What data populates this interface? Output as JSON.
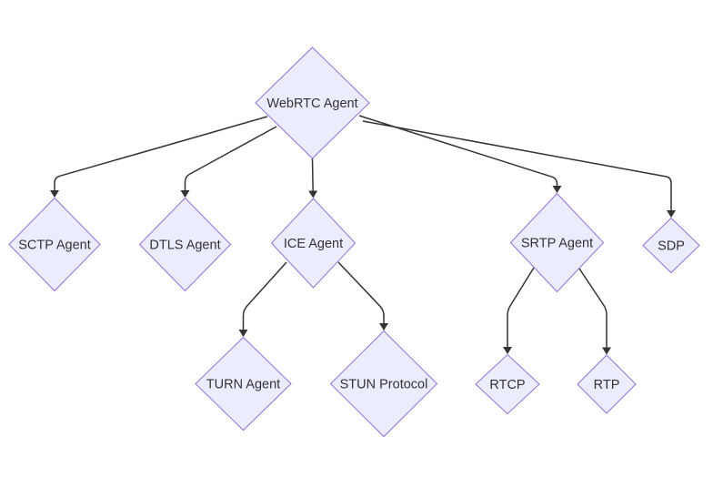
{
  "diagram": {
    "type": "flowchart-top-down",
    "colors": {
      "background": "#ffffff",
      "node_fill": "#ECECFF",
      "node_border": "#9370DB",
      "edge": "#333333",
      "text": "#333333"
    },
    "nodes": [
      {
        "id": "webrtc",
        "label": "WebRTC Agent",
        "shape": "diamond"
      },
      {
        "id": "sctp",
        "label": "SCTP Agent",
        "shape": "diamond"
      },
      {
        "id": "dtls",
        "label": "DTLS Agent",
        "shape": "diamond"
      },
      {
        "id": "ice",
        "label": "ICE Agent",
        "shape": "diamond"
      },
      {
        "id": "srtp",
        "label": "SRTP Agent",
        "shape": "diamond"
      },
      {
        "id": "sdp",
        "label": "SDP",
        "shape": "diamond"
      },
      {
        "id": "turn",
        "label": "TURN Agent",
        "shape": "diamond"
      },
      {
        "id": "stun",
        "label": "STUN Protocol",
        "shape": "diamond"
      },
      {
        "id": "rtcp",
        "label": "RTCP",
        "shape": "diamond"
      },
      {
        "id": "rtp",
        "label": "RTP",
        "shape": "diamond"
      }
    ],
    "edges": [
      {
        "from": "webrtc",
        "to": "sctp",
        "style": "arrow"
      },
      {
        "from": "webrtc",
        "to": "dtls",
        "style": "arrow"
      },
      {
        "from": "webrtc",
        "to": "ice",
        "style": "arrow"
      },
      {
        "from": "webrtc",
        "to": "srtp",
        "style": "arrow"
      },
      {
        "from": "webrtc",
        "to": "sdp",
        "style": "arrow"
      },
      {
        "from": "ice",
        "to": "turn",
        "style": "arrow"
      },
      {
        "from": "ice",
        "to": "stun",
        "style": "arrow"
      },
      {
        "from": "srtp",
        "to": "rtcp",
        "style": "arrow"
      },
      {
        "from": "srtp",
        "to": "rtp",
        "style": "arrow"
      }
    ]
  }
}
